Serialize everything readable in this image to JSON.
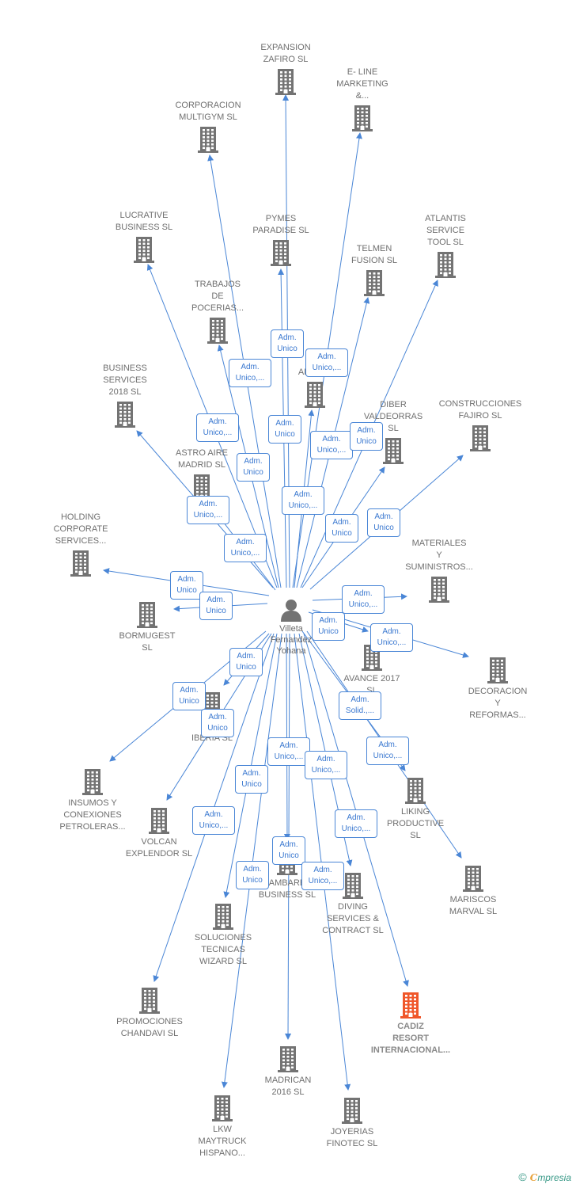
{
  "colors": {
    "line": "#4a86d6",
    "building": "#737373",
    "highlight": "#f0572a",
    "badge_text": "#3a78d0"
  },
  "center": {
    "name": [
      "Villeta",
      "Fernandez",
      "Yohana"
    ],
    "icon": "person-icon"
  },
  "nodes": [
    {
      "id": "expansion-zafiro",
      "lines": [
        "EXPANSION",
        "ZAFIRO SL"
      ],
      "label_above": true
    },
    {
      "id": "e-line-marketing",
      "lines": [
        "E- LINE",
        "MARKETING",
        "&..."
      ],
      "label_above": true
    },
    {
      "id": "corporacion-multigym",
      "lines": [
        "CORPORACION",
        "MULTIGYM SL"
      ],
      "label_above": true
    },
    {
      "id": "lucrative-business",
      "lines": [
        "LUCRATIVE",
        "BUSINESS SL"
      ],
      "label_above": true
    },
    {
      "id": "pymes-paradise",
      "lines": [
        "PYMES",
        "PARADISE SL"
      ],
      "label_above": true
    },
    {
      "id": "atlantis-service-tool",
      "lines": [
        "ATLANTIS",
        "SERVICE",
        "TOOL SL"
      ],
      "label_above": true
    },
    {
      "id": "telmen-fusion",
      "lines": [
        "TELMEN",
        "FUSION SL"
      ],
      "label_above": true
    },
    {
      "id": "trabajos-de-pocerias",
      "lines": [
        "TRABAJOS",
        "DE",
        "POCERIAS..."
      ],
      "label_above": true
    },
    {
      "id": "tor-aljaz",
      "lines": [
        "TOR",
        "ALJAZ..."
      ],
      "label_above": true
    },
    {
      "id": "business-services-2018",
      "lines": [
        "BUSINESS",
        "SERVICES",
        "2018 SL"
      ],
      "label_above": true
    },
    {
      "id": "diber-valdeorras",
      "lines": [
        "DIBER",
        "VALDEORRAS",
        "SL"
      ],
      "label_above": true
    },
    {
      "id": "construcciones-fajiro",
      "lines": [
        "CONSTRUCCIONES",
        "FAJIRO SL"
      ],
      "label_above": true
    },
    {
      "id": "astro-aire-madrid",
      "lines": [
        "ASTRO AIRE",
        "MADRID SL"
      ],
      "label_above": true
    },
    {
      "id": "holding-corporate-services",
      "lines": [
        "HOLDING",
        "CORPORATE",
        "SERVICES..."
      ],
      "label_above": true
    },
    {
      "id": "materiales-y-suministros",
      "lines": [
        "MATERIALES",
        "Y",
        "SUMINISTROS..."
      ],
      "label_above": true
    },
    {
      "id": "bormugest",
      "lines": [
        "BORMUGEST",
        "SL"
      ],
      "label_above": false
    },
    {
      "id": "decoracion-y-reformas",
      "lines": [
        "DECORACION",
        "Y",
        "REFORMAS..."
      ],
      "label_above": false
    },
    {
      "id": "avance-2017",
      "lines": [
        "AVANCE 2017",
        "SL"
      ],
      "label_above": false
    },
    {
      "id": "bip-iberia",
      "lines": [
        "BIP",
        "IBERIA SL"
      ],
      "label_above": false
    },
    {
      "id": "insumos-y-conexiones",
      "lines": [
        "INSUMOS Y",
        "CONEXIONES",
        "PETROLERAS..."
      ],
      "label_above": false
    },
    {
      "id": "liking-productive",
      "lines": [
        "LIKING",
        "PRODUCTIVE",
        "SL"
      ],
      "label_above": false
    },
    {
      "id": "volcan-explendor",
      "lines": [
        "VOLCAN",
        "EXPLENDOR SL"
      ],
      "label_above": false
    },
    {
      "id": "mariscos-marval",
      "lines": [
        "MARISCOS",
        "MARVAL SL"
      ],
      "label_above": false
    },
    {
      "id": "ambare-business",
      "lines": [
        "AMBARE",
        "BUSINESS SL"
      ],
      "label_above": false
    },
    {
      "id": "diving-services",
      "lines": [
        "DIVING",
        "SERVICES &",
        "CONTRACT SL"
      ],
      "label_above": false
    },
    {
      "id": "soluciones-tecnicas-wizard",
      "lines": [
        "SOLUCIONES",
        "TECNICAS",
        "WIZARD SL"
      ],
      "label_above": false
    },
    {
      "id": "promociones-chandavi",
      "lines": [
        "PROMOCIONES",
        "CHANDAVI SL"
      ],
      "label_above": false
    },
    {
      "id": "cadiz-resort",
      "lines": [
        "CADIZ",
        "RESORT",
        "INTERNACIONAL..."
      ],
      "label_above": false,
      "highlight": true
    },
    {
      "id": "madrican-2016",
      "lines": [
        "MADRICAN",
        "2016 SL"
      ],
      "label_above": false
    },
    {
      "id": "lkw-maytruck",
      "lines": [
        "LKW",
        "MAYTRUCK",
        "HISPANO..."
      ],
      "label_above": false
    },
    {
      "id": "joyerias-finotec",
      "lines": [
        "JOYERIAS",
        "FINOTEC SL"
      ],
      "label_above": false
    }
  ],
  "badges": [
    [
      "Adm.",
      "Unico"
    ],
    [
      "Adm.",
      "Unico,..."
    ],
    [
      "Adm.",
      "Unico,..."
    ],
    [
      "Adm.",
      "Unico,..."
    ],
    [
      "Adm.",
      "Unico"
    ],
    [
      "Adm.",
      "Unico,..."
    ],
    [
      "Adm.",
      "Unico"
    ],
    [
      "Adm.",
      "Unico"
    ],
    [
      "Adm.",
      "Unico,..."
    ],
    [
      "Adm.",
      "Unico,..."
    ],
    [
      "Adm.",
      "Unico"
    ],
    [
      "Adm.",
      "Unico"
    ],
    [
      "Adm.",
      "Unico,..."
    ],
    [
      "Adm.",
      "Unico"
    ],
    [
      "Adm.",
      "Unico,..."
    ],
    [
      "Adm.",
      "Unico"
    ],
    [
      "Adm.",
      "Unico"
    ],
    [
      "Adm.",
      "Unico,..."
    ],
    [
      "Adm.",
      "Unico"
    ],
    [
      "Adm.",
      "Unico"
    ],
    [
      "Adm.",
      "Unico"
    ],
    [
      "Adm.",
      "Solid.,..."
    ],
    [
      "Adm.",
      "Unico,..."
    ],
    [
      "Adm.",
      "Unico,..."
    ],
    [
      "Adm.",
      "Unico,..."
    ],
    [
      "Adm.",
      "Unico"
    ],
    [
      "Adm.",
      "Unico,..."
    ],
    [
      "Adm.",
      "Unico,..."
    ],
    [
      "Adm.",
      "Unico"
    ],
    [
      "Adm.",
      "Unico"
    ],
    [
      "Adm.",
      "Unico,..."
    ]
  ],
  "footer": {
    "copyright_symbol": "©",
    "brand_initial": "C",
    "brand_rest": "mpresia"
  }
}
